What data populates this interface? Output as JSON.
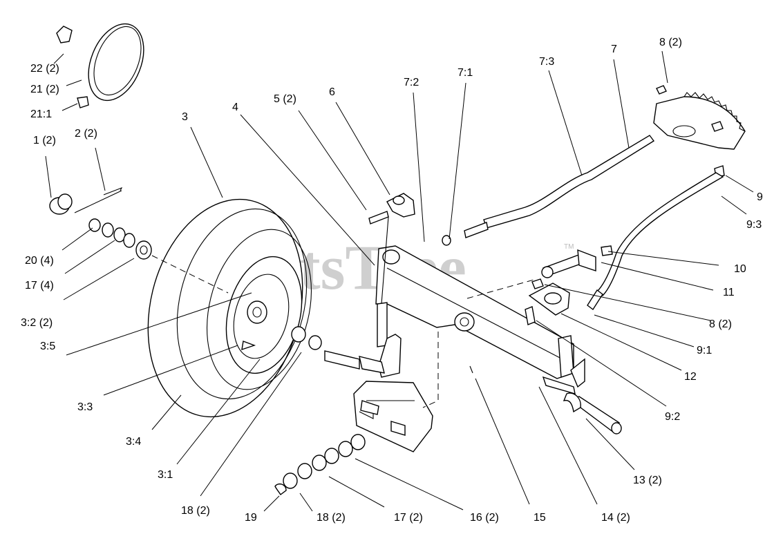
{
  "watermark": {
    "text": "PartsTree",
    "tm": "TM"
  },
  "labels": {
    "l22": "22 (2)",
    "l21": "21 (2)",
    "l21_1": "21:1",
    "l1": "1 (2)",
    "l2": "2 (2)",
    "l3": "3",
    "l4": "4",
    "l5": "5 (2)",
    "l6": "6",
    "l7_2": "7:2",
    "l7_1": "7:1",
    "l7_3": "7:3",
    "l7": "7",
    "l8a": "8 (2)",
    "l9": "9",
    "l9_3": "9:3",
    "l20": "20 (4)",
    "l17a": "17 (4)",
    "l3_2": "3:2 (2)",
    "l10": "10",
    "l11": "11",
    "l8b": "8 (2)",
    "l9_1": "9:1",
    "l3_5": "3:5",
    "l12": "12",
    "l3_3": "3:3",
    "l9_2": "9:2",
    "l3_4": "3:4",
    "l13": "13 (2)",
    "l3_1": "3:1",
    "l18a": "18 (2)",
    "l19": "19",
    "l18b": "18 (2)",
    "l17b": "17 (2)",
    "l16": "16 (2)",
    "l15": "15",
    "l14": "14 (2)"
  }
}
